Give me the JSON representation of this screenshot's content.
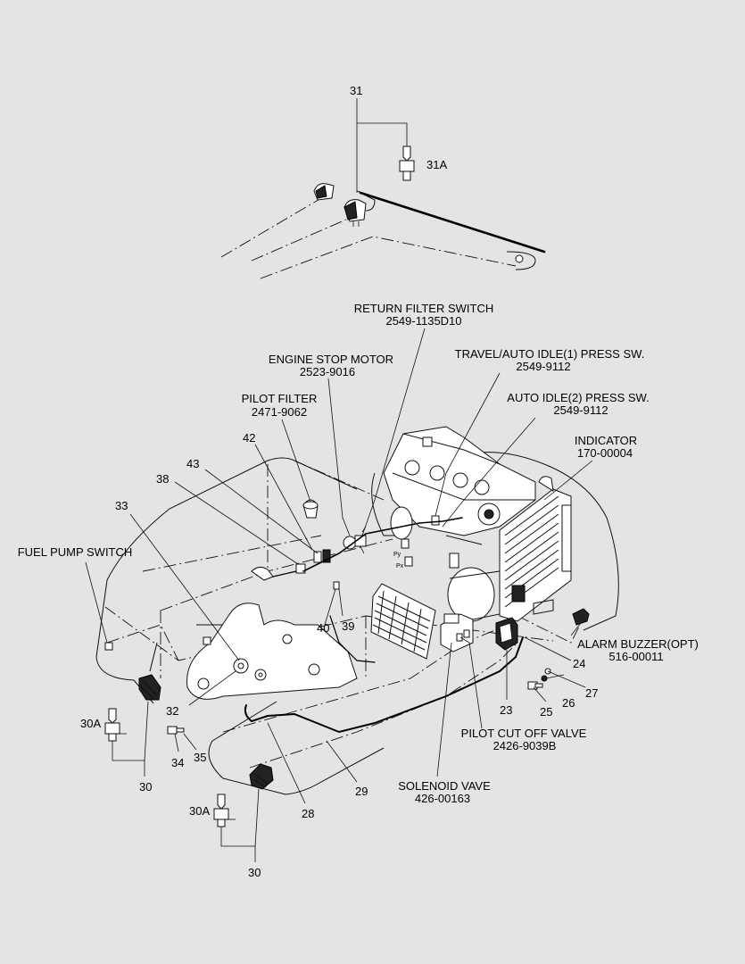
{
  "colors": {
    "background": "#e4e4e4",
    "ink": "#111111"
  },
  "callouts": {
    "return_filter_switch": {
      "name": "RETURN FILTER SWITCH",
      "part": "2549-1135D10"
    },
    "engine_stop_motor": {
      "name": "ENGINE STOP MOTOR",
      "part": "2523-9016"
    },
    "travel_auto_idle": {
      "name": "TRAVEL/AUTO IDLE(1) PRESS SW.",
      "part": "2549-9112"
    },
    "auto_idle2": {
      "name": "AUTO IDLE(2) PRESS SW.",
      "part": "2549-9112"
    },
    "pilot_filter": {
      "name": "PILOT FILTER",
      "part": "2471-9062"
    },
    "indicator": {
      "name": "INDICATOR",
      "part": "170-00004"
    },
    "fuel_pump_switch": {
      "name": "FUEL PUMP SWITCH"
    },
    "alarm_buzzer": {
      "name": "ALARM BUZZER(OPT)",
      "part": "516-00011"
    },
    "pilot_cut_off_valve": {
      "name": "PILOT CUT OFF VALVE",
      "part": "2426-9039B"
    },
    "solenoid_valve": {
      "name": "SOLENOID VAVE",
      "part": "426-00163"
    }
  },
  "item_numbers": {
    "n31": "31",
    "n31a": "31A",
    "n42": "42",
    "n43": "43",
    "n38": "38",
    "n33": "33",
    "n40": "40",
    "n39": "39",
    "n32": "32",
    "n24": "24",
    "n27": "27",
    "n26": "26",
    "n25": "25",
    "n23": "23",
    "n30a_left": "30A",
    "n34": "34",
    "n35": "35",
    "n30_left": "30",
    "n29": "29",
    "n28": "28",
    "n30a_bottom": "30A",
    "n30_bottom": "30"
  },
  "port_marks": {
    "py": "Py",
    "px": "Px"
  }
}
